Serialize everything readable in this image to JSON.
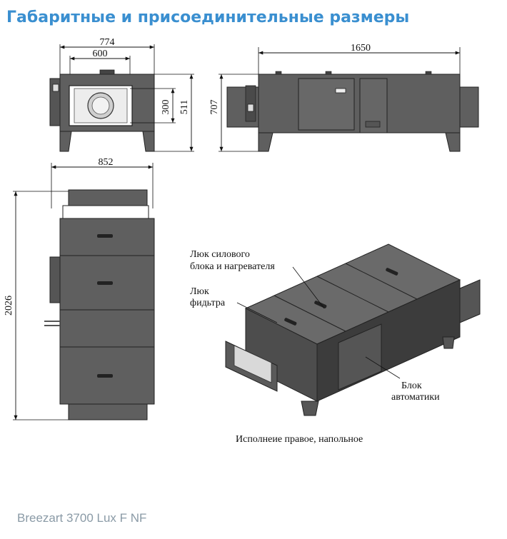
{
  "page": {
    "title": "Габаритные и присоединительные размеры",
    "footer": "Breezart 3700 Lux F NF"
  },
  "front_view": {
    "width_outer": "774",
    "width_inner": "600",
    "height_inner": "300",
    "height_outer": "511"
  },
  "side_view": {
    "length": "1650",
    "height": "707"
  },
  "vertical_view": {
    "width": "852",
    "height": "2026"
  },
  "iso_view": {
    "label_power_hatch_line1": "Люк силового",
    "label_power_hatch_line2": "блока и нагревателя",
    "label_filter_hatch_line1": "Люк",
    "label_filter_hatch_line2": "фидьтра",
    "label_automation_line1": "Блок",
    "label_automation_line2": "автоматики",
    "caption": "Исполнеие правое, напольное"
  },
  "colors": {
    "title": "#3a8fd0",
    "body": "#5f5f5f",
    "body_dark": "#3c3c3c",
    "footer": "#8a9aa6"
  }
}
